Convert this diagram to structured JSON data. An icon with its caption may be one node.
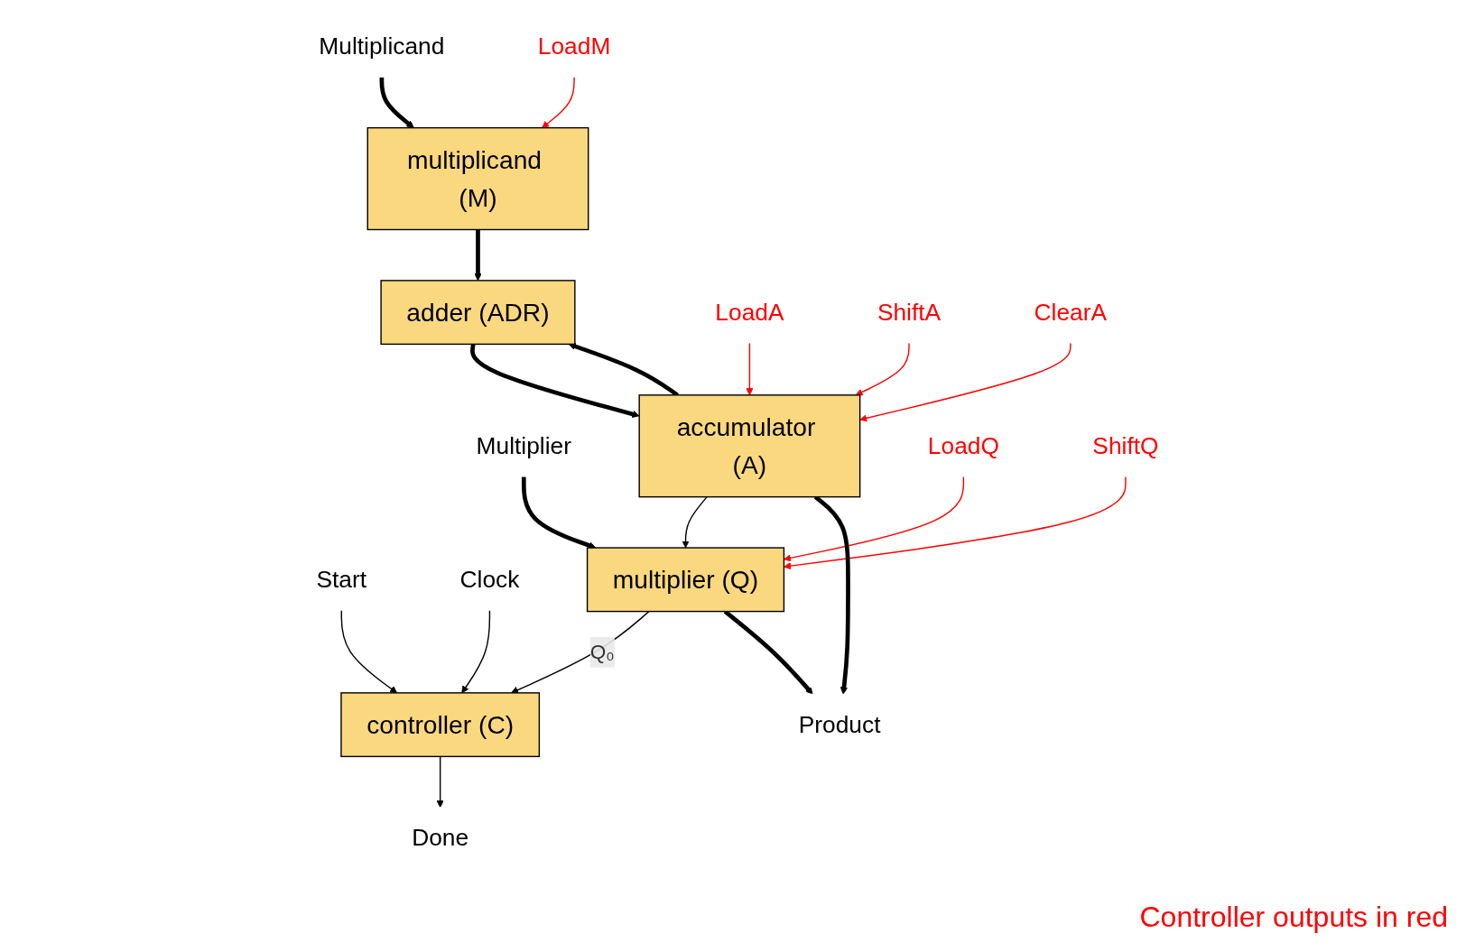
{
  "diagram": {
    "nodes": [
      {
        "text": [
          "Multiplicand"
        ]
      },
      {
        "text": [
          "Multiplier"
        ]
      },
      {
        "text": [
          "LoadM"
        ]
      },
      {
        "text": [
          "multiplicand (M)"
        ]
      },
      {
        "text": [
          "Start"
        ]
      },
      {
        "text": [
          "Clock"
        ]
      },
      {
        "text": [
          "adder (ADR)"
        ]
      },
      {
        "text": [
          "controller (C)"
        ]
      },
      {
        "text": [
          "Done"
        ]
      },
      {
        "text": [
          "LoadA"
        ]
      },
      {
        "text": [
          "ShiftA"
        ]
      },
      {
        "text": [
          "ClearA"
        ]
      },
      {
        "text": [
          "accumulator (A)"
        ]
      },
      {
        "text": [
          "multiplier (Q)"
        ]
      },
      {
        "text": [
          "LoadQ"
        ]
      },
      {
        "text": [
          "ShiftQ"
        ]
      },
      {
        "text": [
          "Product"
        ]
      }
    ],
    "edges": [
      {
        "from": 0,
        "to": 3,
        "arrow": "to",
        "style": "thick"
      },
      {
        "from": 2,
        "to": 3,
        "arrow": "to",
        "color": "#ff0000"
      },
      {
        "from": 3,
        "to": 6,
        "arrow": "to",
        "style": "thick"
      },
      {
        "from": 12,
        "to": 6,
        "arrow": "to",
        "style": "thick"
      },
      {
        "from": 6,
        "to": 12,
        "arrow": "to",
        "style": "thick"
      },
      {
        "from": 1,
        "to": 13,
        "arrow": "to",
        "style": "thick"
      },
      {
        "from": 4,
        "to": 7,
        "arrow": "to"
      },
      {
        "from": 5,
        "to": 7,
        "arrow": "to"
      },
      {
        "from": 13,
        "to": 7,
        "arrow": "to",
        "label": "Q₀"
      },
      {
        "from": 7,
        "to": 8,
        "arrow": "to"
      },
      {
        "from": 9,
        "to": 12,
        "arrow": "to",
        "color": "#ff0000"
      },
      {
        "from": 10,
        "to": 12,
        "arrow": "to",
        "color": "#ff0000"
      },
      {
        "from": 11,
        "to": 12,
        "arrow": "to",
        "color": "#ff0000"
      },
      {
        "from": 12,
        "to": 13,
        "arrow": "to"
      },
      {
        "from": 14,
        "to": 13,
        "arrow": "to",
        "color": "#ff0000"
      },
      {
        "from": 15,
        "to": 13,
        "arrow": "to",
        "color": "#ff0000"
      },
      {
        "from": 12,
        "to": 16,
        "arrow": "to",
        "style": "thick"
      },
      {
        "from": 13,
        "to": 16,
        "arrow": "to",
        "style": "thick"
      }
    ],
    "labels": [
      "Controller outputs in red"
    ]
  }
}
